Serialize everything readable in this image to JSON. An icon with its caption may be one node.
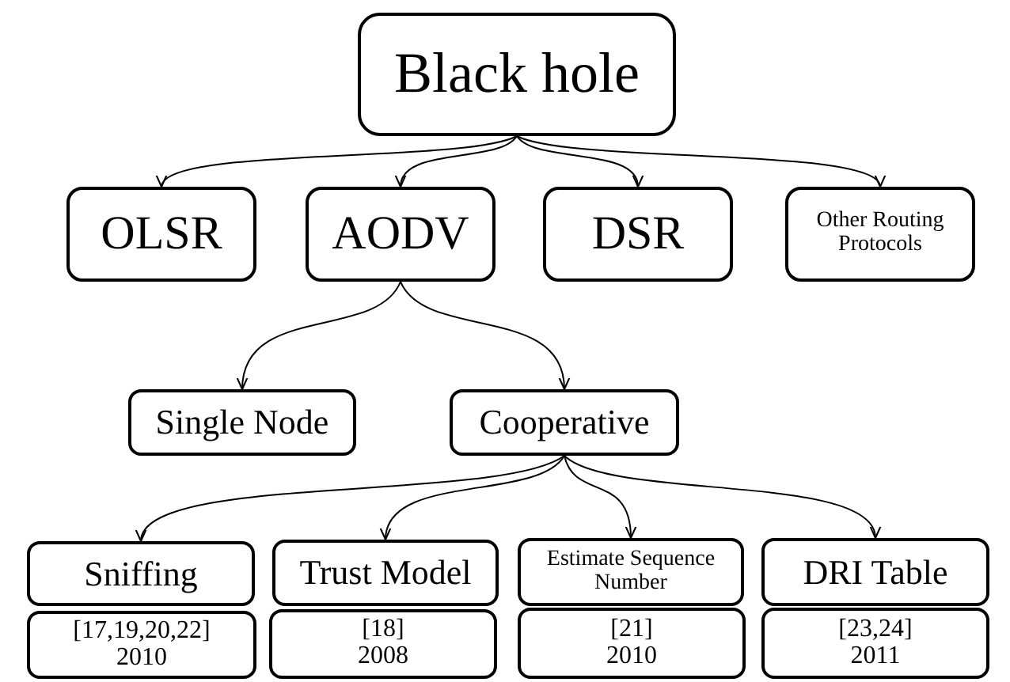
{
  "diagram": {
    "nodes": [
      {
        "text": [
          "Black hole"
        ]
      },
      {
        "text": [
          "OLSR"
        ]
      },
      {
        "text": [
          "AODV"
        ]
      },
      {
        "text": [
          "DSR"
        ]
      },
      {
        "text": [
          "Other Routing Protocols"
        ]
      },
      {
        "text": [
          "Single Node"
        ]
      },
      {
        "text": [
          "Cooperative"
        ]
      },
      {
        "text": [
          "Sniffing"
        ]
      },
      {
        "text": [
          "Trust Model"
        ]
      },
      {
        "text": [
          "Estimate Sequence Number"
        ]
      },
      {
        "text": [
          "DRI Table"
        ]
      },
      {
        "text": [
          "[17,19,20,22]",
          "2010"
        ]
      },
      {
        "text": [
          "[18]",
          "2008"
        ]
      },
      {
        "text": [
          "[21]",
          "2010"
        ]
      },
      {
        "text": [
          "[23,24]",
          "2011"
        ]
      }
    ],
    "edges": [
      {
        "from": 0,
        "to": 1,
        "arrow": "to"
      },
      {
        "from": 0,
        "to": 2,
        "arrow": "to"
      },
      {
        "from": 0,
        "to": 3,
        "arrow": "to"
      },
      {
        "from": 0,
        "to": 4,
        "arrow": "to"
      },
      {
        "from": 2,
        "to": 5,
        "arrow": "to"
      },
      {
        "from": 2,
        "to": 6,
        "arrow": "to"
      },
      {
        "from": 6,
        "to": 7,
        "arrow": "to"
      },
      {
        "from": 6,
        "to": 8,
        "arrow": "to"
      },
      {
        "from": 6,
        "to": 9,
        "arrow": "to"
      },
      {
        "from": 6,
        "to": 10,
        "arrow": "to"
      }
    ]
  }
}
